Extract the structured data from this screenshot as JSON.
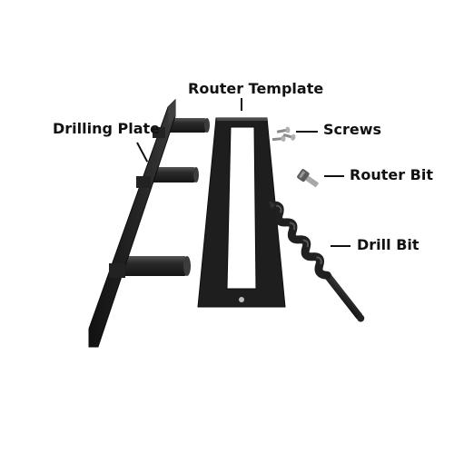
{
  "labels": {
    "router_template": "Router Template",
    "drilling_plate": "Drilling Plate",
    "screws": "Screws",
    "router_bit": "Router Bit",
    "drill_bit": "Drill Bit"
  },
  "colors": {
    "background": "#ffffff",
    "steel_dark": "#1b1b1b",
    "steel_mid": "#2e2e2e",
    "steel_highlight": "#5a5a5a",
    "label_text": "#111111"
  }
}
